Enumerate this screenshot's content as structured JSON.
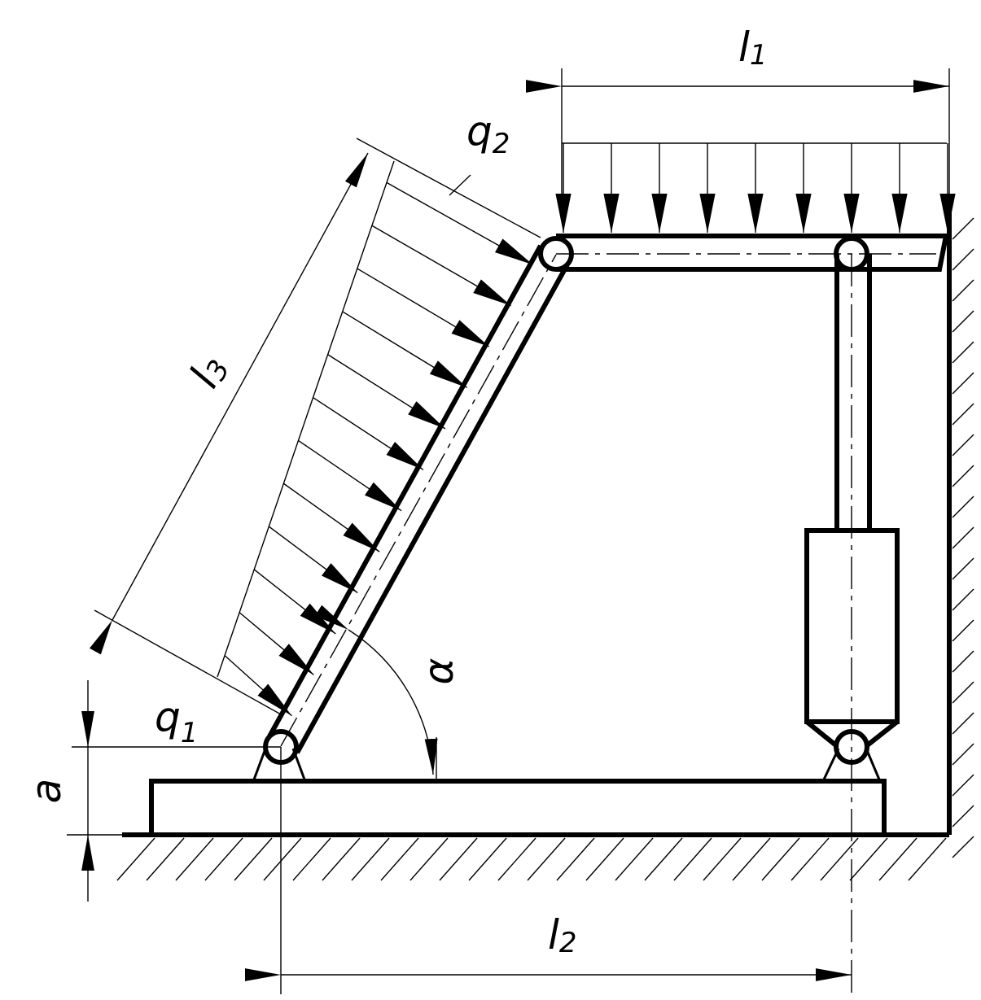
{
  "labels": {
    "l1": {
      "main": "l",
      "sub": "1"
    },
    "l2": {
      "main": "l",
      "sub": "2"
    },
    "l3": {
      "main": "l",
      "sub": "3"
    },
    "q1": {
      "main": "q",
      "sub": "1"
    },
    "q2": {
      "main": "q",
      "sub": "2"
    },
    "alpha": "α",
    "a": "a"
  },
  "colors": {
    "ink": "#000000",
    "paper": "#ffffff"
  }
}
